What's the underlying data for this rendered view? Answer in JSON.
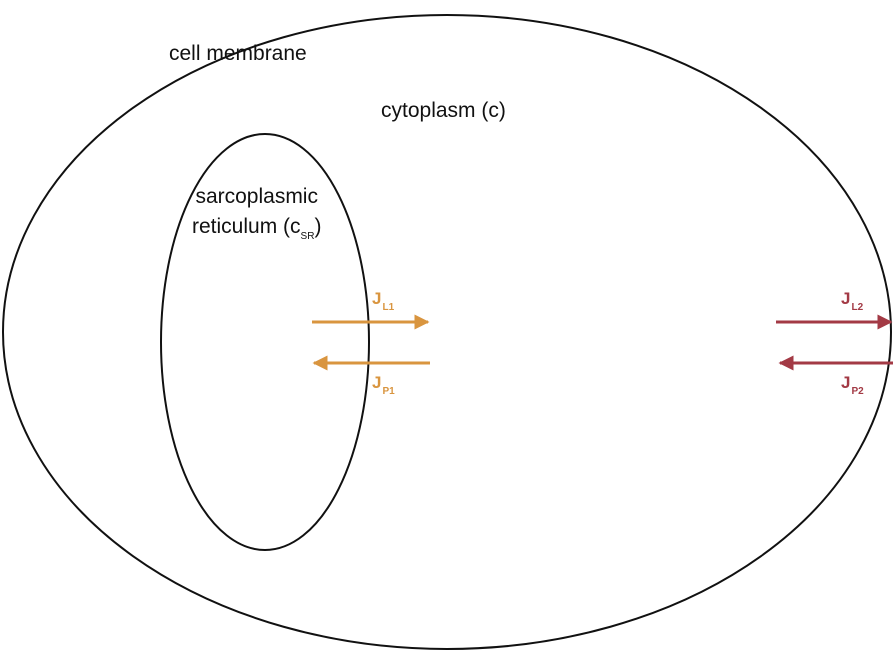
{
  "labels": {
    "cell_membrane": "cell membrane",
    "cytoplasm": "cytoplasm (c)",
    "sr_line1": "sarcoplasmic",
    "sr_line2_prefix": "reticulum (c",
    "sr_line2_sub": "SR",
    "sr_line2_suffix": ")"
  },
  "fluxes": {
    "l1": {
      "main": "J",
      "sub": "L1"
    },
    "p1": {
      "main": "J",
      "sub": "P1"
    },
    "l2": {
      "main": "J",
      "sub": "L2"
    },
    "p2": {
      "main": "J",
      "sub": "P2"
    }
  },
  "colors": {
    "outline": "#111111",
    "sr_flux": "#d9953f",
    "membrane_flux": "#a33a45"
  }
}
